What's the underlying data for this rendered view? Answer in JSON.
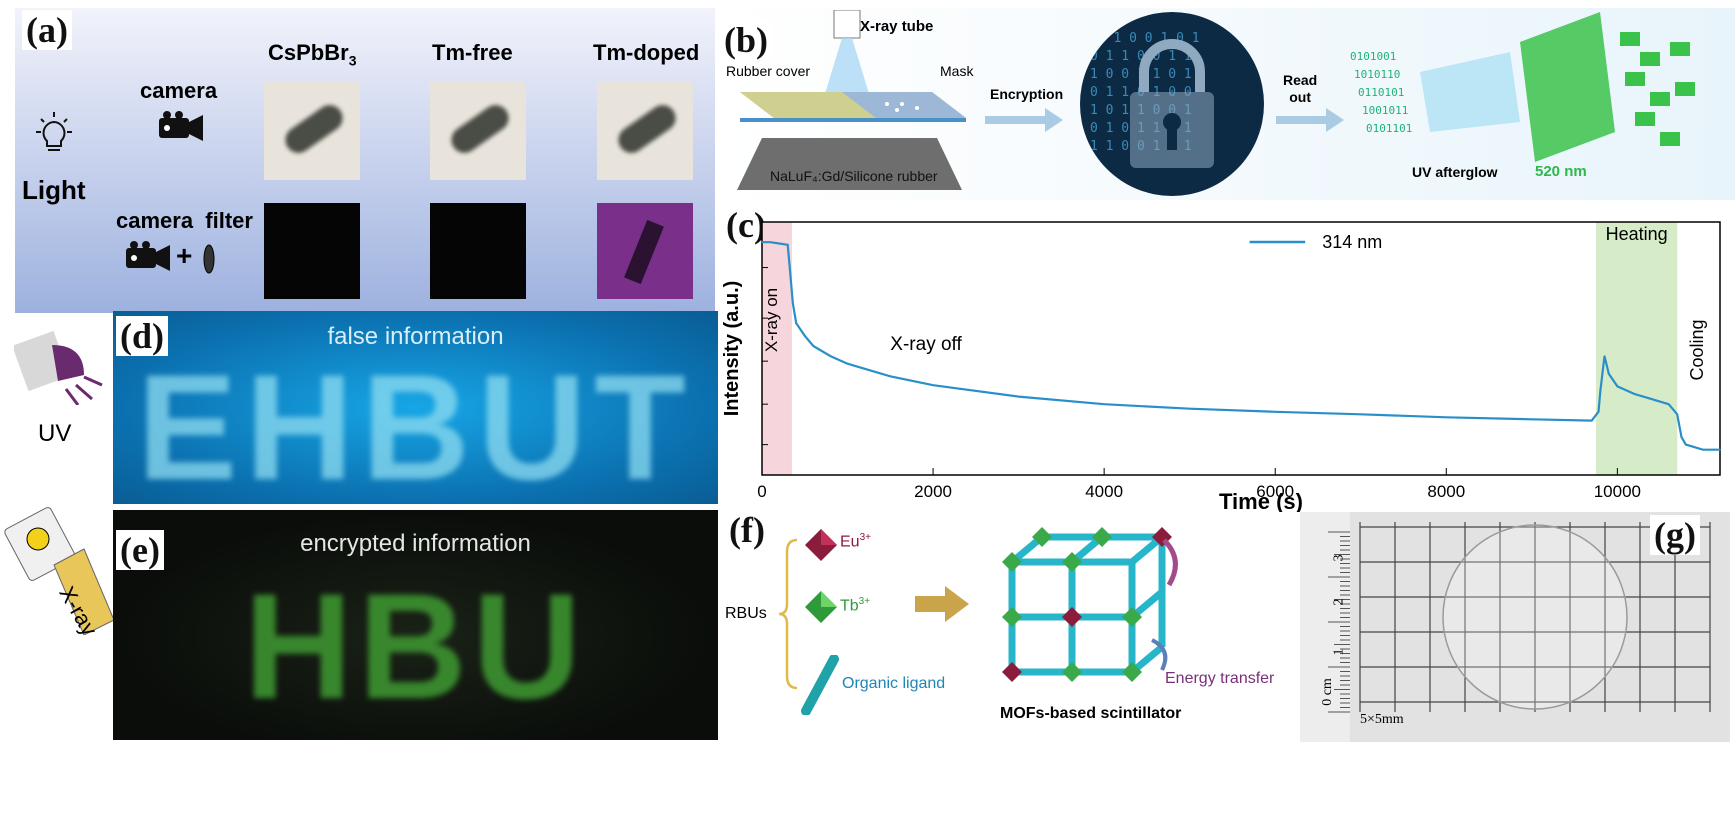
{
  "panel_labels": {
    "a": "(a)",
    "b": "(b)",
    "c": "(c)",
    "d": "(d)",
    "e": "(e)",
    "f": "(f)",
    "g": "(g)"
  },
  "panel_a": {
    "columns": [
      "CsPbBr",
      "Tm-free",
      "Tm-doped"
    ],
    "cspbbr_subscript": "3",
    "row1_label": "camera",
    "row2_label": "camera  filter",
    "plus": "+",
    "light_label": "Light",
    "colors": {
      "bg_top": "#e8ebf8",
      "bg_bottom": "#9fb3e0",
      "filtered_tile": "#7a2f8a"
    }
  },
  "panel_b": {
    "xray_tube": "X-ray tube",
    "rubber_cover": "Rubber cover",
    "mask": "Mask",
    "substrate": "NaLuF₄:Gd/Silicone rubber",
    "encryption": "Encryption",
    "read_out": "Read\nout",
    "uv_afterglow": "UV afterglow",
    "wavelength": "520 nm",
    "binary_rows": [
      "01 1 0 0 1 0 1",
      "0 1 1 0 0 1 1",
      "1 0 0 1 1 0 1",
      "0 1 1 0 1 0 0",
      "1 0 1 1 0 0 1",
      "0 1 0 1 1 0 1",
      "1 1 0 0 1 0 1"
    ]
  },
  "panel_d": {
    "caption": "false information",
    "letters": "EHBUT",
    "icon_label": "UV"
  },
  "panel_e": {
    "caption": "encrypted information",
    "letters": "HBU",
    "icon_label": "X-ray"
  },
  "panel_f": {
    "rbus": "RBUs",
    "eu": "Eu",
    "eu_sup": "3+",
    "tb": "Tb",
    "tb_sup": "3+",
    "ligand": "Organic ligand",
    "energy_transfer": "Energy transfer",
    "scintillator": "MOFs-based scintillator"
  },
  "panel_g": {
    "size_label": "5×5mm",
    "ruler_numbers": [
      "0 cm",
      "1",
      "2",
      "3"
    ]
  },
  "chart_data": {
    "type": "line",
    "xlabel": "Time (s)",
    "ylabel": "Intensity (a.u.)",
    "xlim": [
      0,
      11200
    ],
    "ylim": [
      0,
      1
    ],
    "x_ticks": [
      0,
      2000,
      4000,
      6000,
      8000,
      10000
    ],
    "y_scale": "log",
    "legend": "top-right",
    "series": [
      {
        "name": "314 nm",
        "color": "#2a8fc9",
        "x": [
          0,
          100,
          200,
          300,
          330,
          360,
          400,
          500,
          600,
          800,
          1000,
          1500,
          2000,
          3000,
          4000,
          5000,
          6000,
          7000,
          8000,
          9000,
          9700,
          9780,
          9800,
          9850,
          9900,
          10000,
          10200,
          10400,
          10600,
          10700,
          10750,
          10800,
          11000,
          11200
        ],
        "y": [
          0.92,
          0.92,
          0.915,
          0.91,
          0.8,
          0.68,
          0.6,
          0.55,
          0.51,
          0.47,
          0.44,
          0.39,
          0.355,
          0.31,
          0.28,
          0.262,
          0.25,
          0.24,
          0.228,
          0.22,
          0.215,
          0.25,
          0.33,
          0.47,
          0.4,
          0.35,
          0.32,
          0.3,
          0.28,
          0.24,
          0.15,
          0.12,
          0.1,
          0.1
        ]
      }
    ],
    "annotations": [
      "X-ray on",
      "X-ray off",
      "Heating",
      "Cooling"
    ]
  }
}
